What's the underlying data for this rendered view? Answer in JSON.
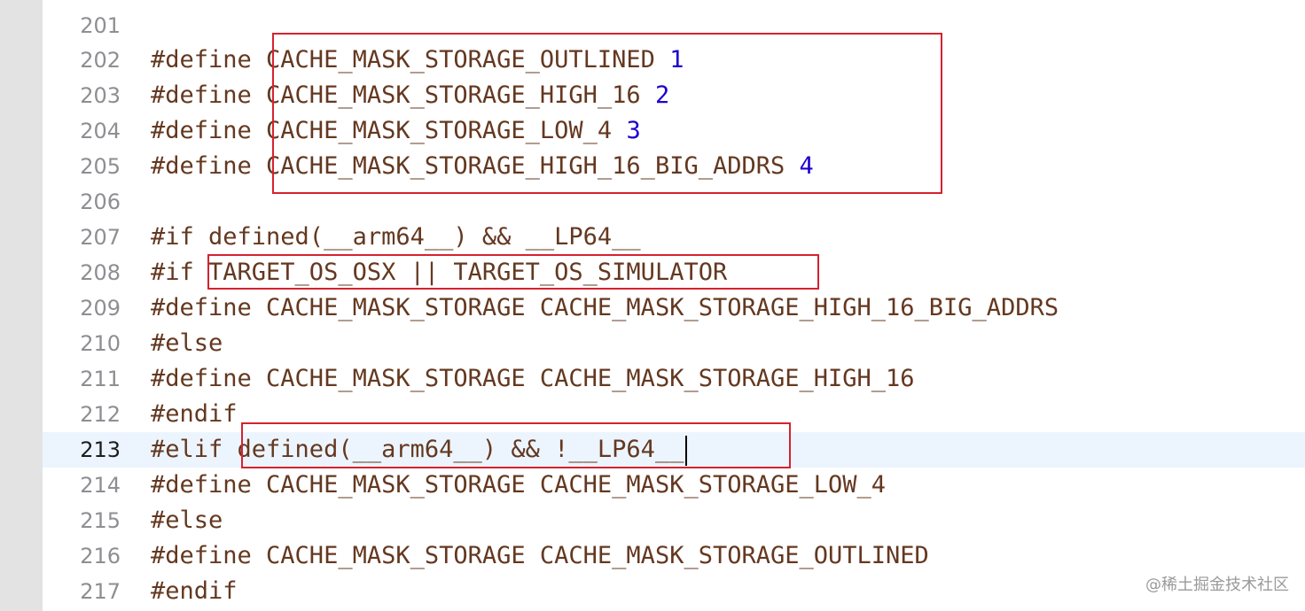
{
  "lines": [
    {
      "num": "201",
      "pre": "",
      "num_val": ""
    },
    {
      "num": "202",
      "pre": "#define CACHE_MASK_STORAGE_OUTLINED ",
      "num_val": "1"
    },
    {
      "num": "203",
      "pre": "#define CACHE_MASK_STORAGE_HIGH_16 ",
      "num_val": "2"
    },
    {
      "num": "204",
      "pre": "#define CACHE_MASK_STORAGE_LOW_4 ",
      "num_val": "3"
    },
    {
      "num": "205",
      "pre": "#define CACHE_MASK_STORAGE_HIGH_16_BIG_ADDRS ",
      "num_val": "4"
    },
    {
      "num": "206",
      "pre": "",
      "num_val": ""
    },
    {
      "num": "207",
      "pre": "#if defined(__arm64__) && __LP64__",
      "num_val": ""
    },
    {
      "num": "208",
      "pre": "#if TARGET_OS_OSX || TARGET_OS_SIMULATOR",
      "num_val": ""
    },
    {
      "num": "209",
      "pre": "#define CACHE_MASK_STORAGE CACHE_MASK_STORAGE_HIGH_16_BIG_ADDRS",
      "num_val": ""
    },
    {
      "num": "210",
      "pre": "#else",
      "num_val": ""
    },
    {
      "num": "211",
      "pre": "#define CACHE_MASK_STORAGE CACHE_MASK_STORAGE_HIGH_16",
      "num_val": ""
    },
    {
      "num": "212",
      "pre": "#endif",
      "num_val": ""
    },
    {
      "num": "213",
      "pre": "#elif defined(__arm64__) && !__LP64__",
      "num_val": ""
    },
    {
      "num": "214",
      "pre": "#define CACHE_MASK_STORAGE CACHE_MASK_STORAGE_LOW_4",
      "num_val": ""
    },
    {
      "num": "215",
      "pre": "#else",
      "num_val": ""
    },
    {
      "num": "216",
      "pre": "#define CACHE_MASK_STORAGE CACHE_MASK_STORAGE_OUTLINED",
      "num_val": ""
    },
    {
      "num": "217",
      "pre": "#endif",
      "num_val": ""
    }
  ],
  "watermark": "@稀土掘金技术社区",
  "colors": {
    "keyword": "#643820",
    "number": "#1c00cf",
    "highlight_box": "#d5222f",
    "current_line": "#ecf5fe"
  }
}
